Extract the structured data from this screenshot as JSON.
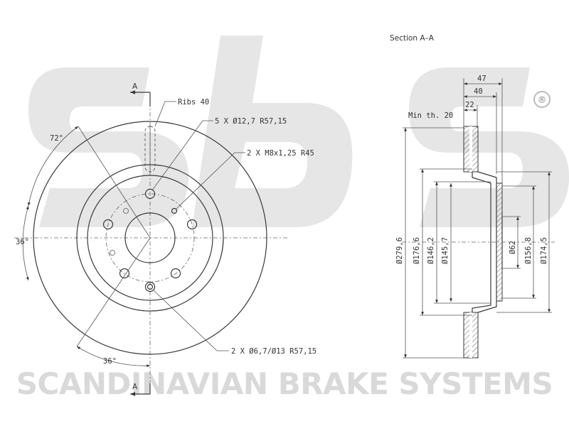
{
  "watermark": {
    "logo_text": "sbs",
    "tagline": "SCANDINAVIAN BRAKE SYSTEMS",
    "registered_mark": "®"
  },
  "front_view": {
    "section_marker_top": "A",
    "section_marker_bottom": "A",
    "ribs_label": "Ribs 40",
    "bolt_holes_label": "5 X Ø12,7 R57,15",
    "threaded_holes_label": "2 X M8x1,25 R45",
    "pin_holes_label": "2 X Ø6,7/Ø13 R57,15",
    "angle_72": "72°",
    "angle_36_left": "36°",
    "angle_36_bottom": "36°"
  },
  "section_view": {
    "title": "Section A–A",
    "min_thickness": "Min th. 20",
    "dim_47": "47",
    "dim_40": "40",
    "dim_22": "22",
    "dia_279_6": "Ø279,6",
    "dia_176_6": "Ø176,6",
    "dia_146_2": "Ø146,2",
    "dia_145_7": "Ø145,7",
    "dia_62": "Ø62",
    "dia_156_8": "Ø156,8",
    "dia_174_5": "Ø174,5"
  }
}
